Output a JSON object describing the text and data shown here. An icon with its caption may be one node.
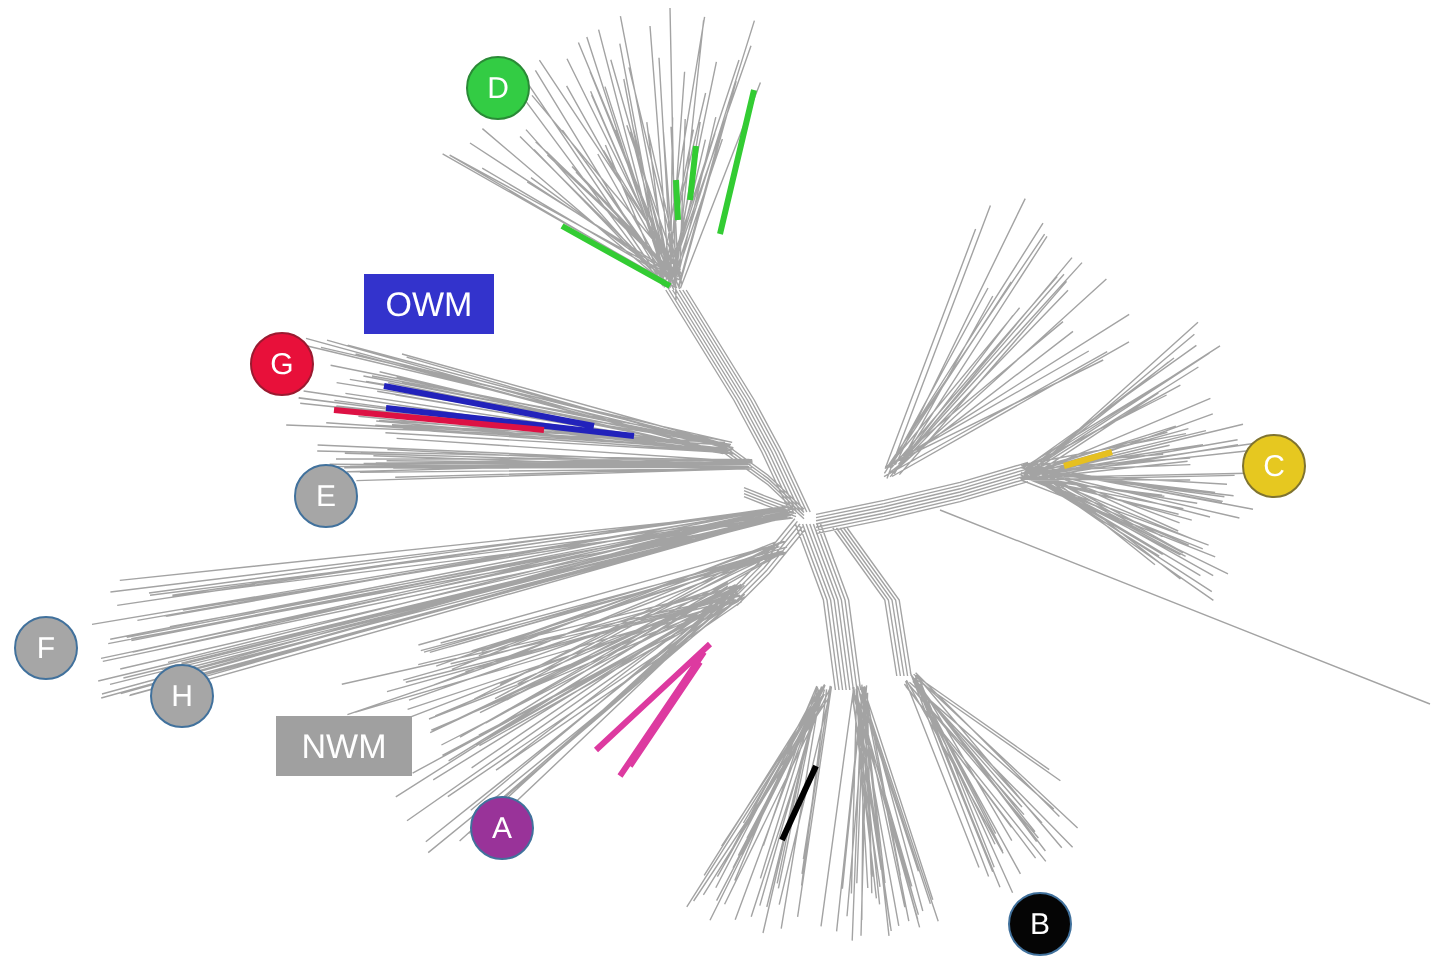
{
  "diagram": {
    "nodes": [
      {
        "text": [
          "D"
        ]
      },
      {
        "text": [
          "OWM"
        ]
      },
      {
        "text": [
          "G"
        ]
      },
      {
        "text": [
          "E"
        ]
      },
      {
        "text": [
          "C"
        ]
      },
      {
        "text": [
          "F"
        ]
      },
      {
        "text": [
          "H"
        ]
      },
      {
        "text": [
          "NWM"
        ]
      },
      {
        "text": [
          "A"
        ]
      },
      {
        "text": [
          "B"
        ]
      }
    ]
  }
}
